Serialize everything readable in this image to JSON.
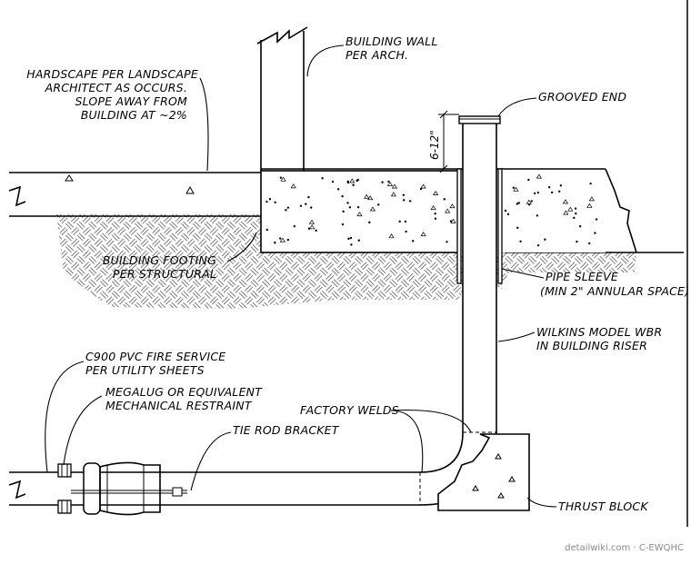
{
  "labels": {
    "building_wall": [
      "BUILDING WALL",
      "PER ARCH."
    ],
    "hardscape": [
      "HARDSCAPE PER LANDSCAPE",
      "ARCHITECT AS OCCURS.",
      "SLOPE AWAY FROM",
      "BUILDING AT ~2%"
    ],
    "grooved_end": "GROOVED END",
    "dimension": "6-12\"",
    "building_footing": [
      "BUILDING FOOTING",
      "PER STRUCTURAL"
    ],
    "pipe_sleeve": [
      "PIPE SLEEVE",
      "(MIN 2\" ANNULAR SPACE)"
    ],
    "riser": [
      "WILKINS MODEL WBR",
      "IN BUILDING RISER"
    ],
    "c900": [
      "C900 PVC FIRE SERVICE",
      "PER UTILITY SHEETS"
    ],
    "megalug": [
      "MEGALUG OR EQUIVALENT",
      "MECHANICAL RESTRAINT"
    ],
    "factory_welds": "FACTORY WELDS",
    "tie_rod": "TIE ROD BRACKET",
    "thrust_block": "THRUST BLOCK"
  },
  "watermark": "detailwiki.com · C-EWQHC"
}
